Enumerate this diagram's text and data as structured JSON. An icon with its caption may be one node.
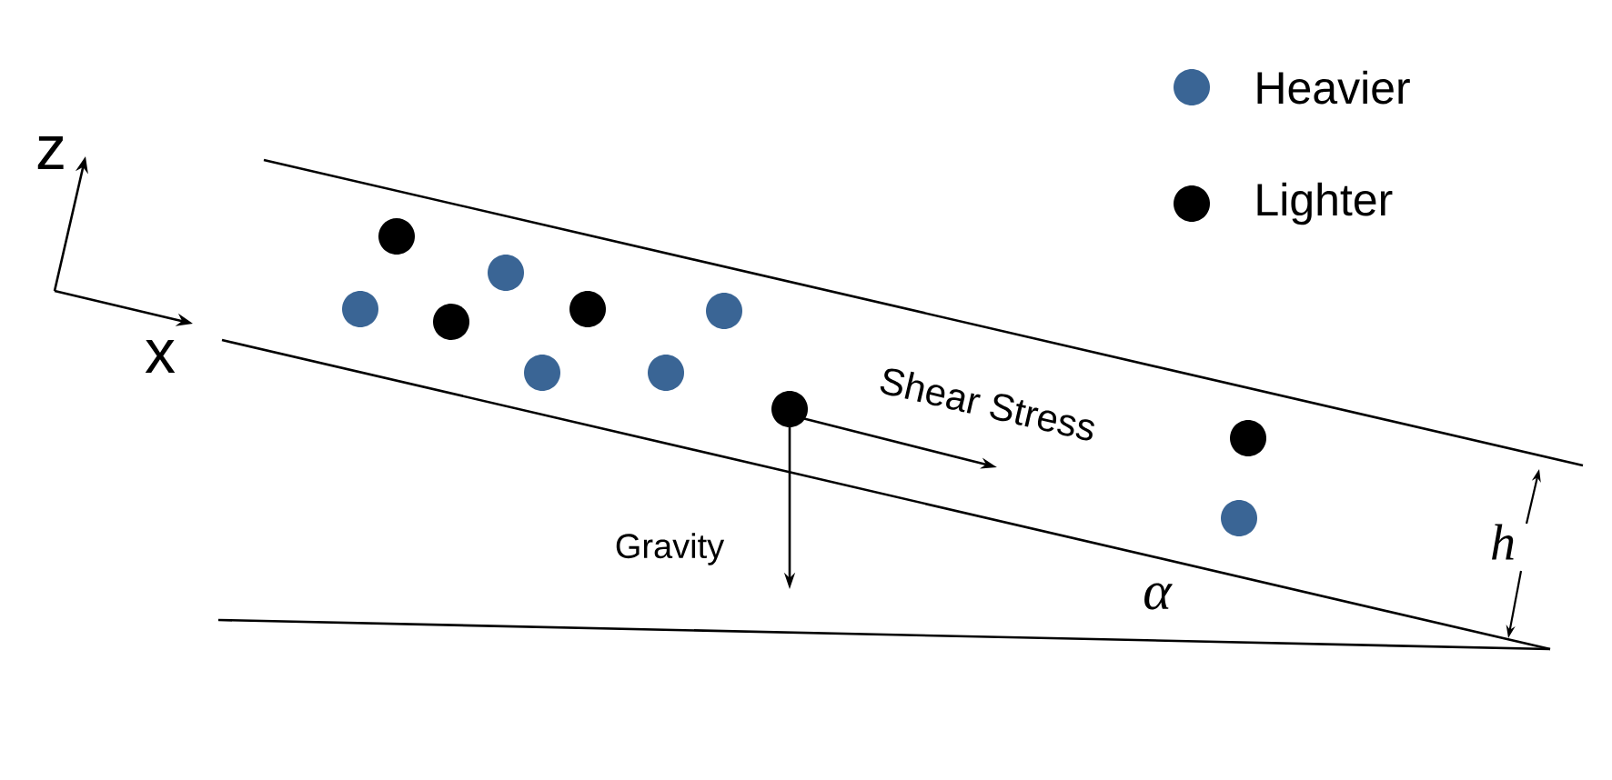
{
  "diagram": {
    "labels": [
      "z",
      "x",
      "Shear Stress",
      "Gravity",
      "h",
      "α"
    ],
    "legend": [
      {
        "text": "Heavier",
        "color": "#3a6595"
      },
      {
        "text": "Lighter",
        "color": "#000000"
      }
    ]
  }
}
